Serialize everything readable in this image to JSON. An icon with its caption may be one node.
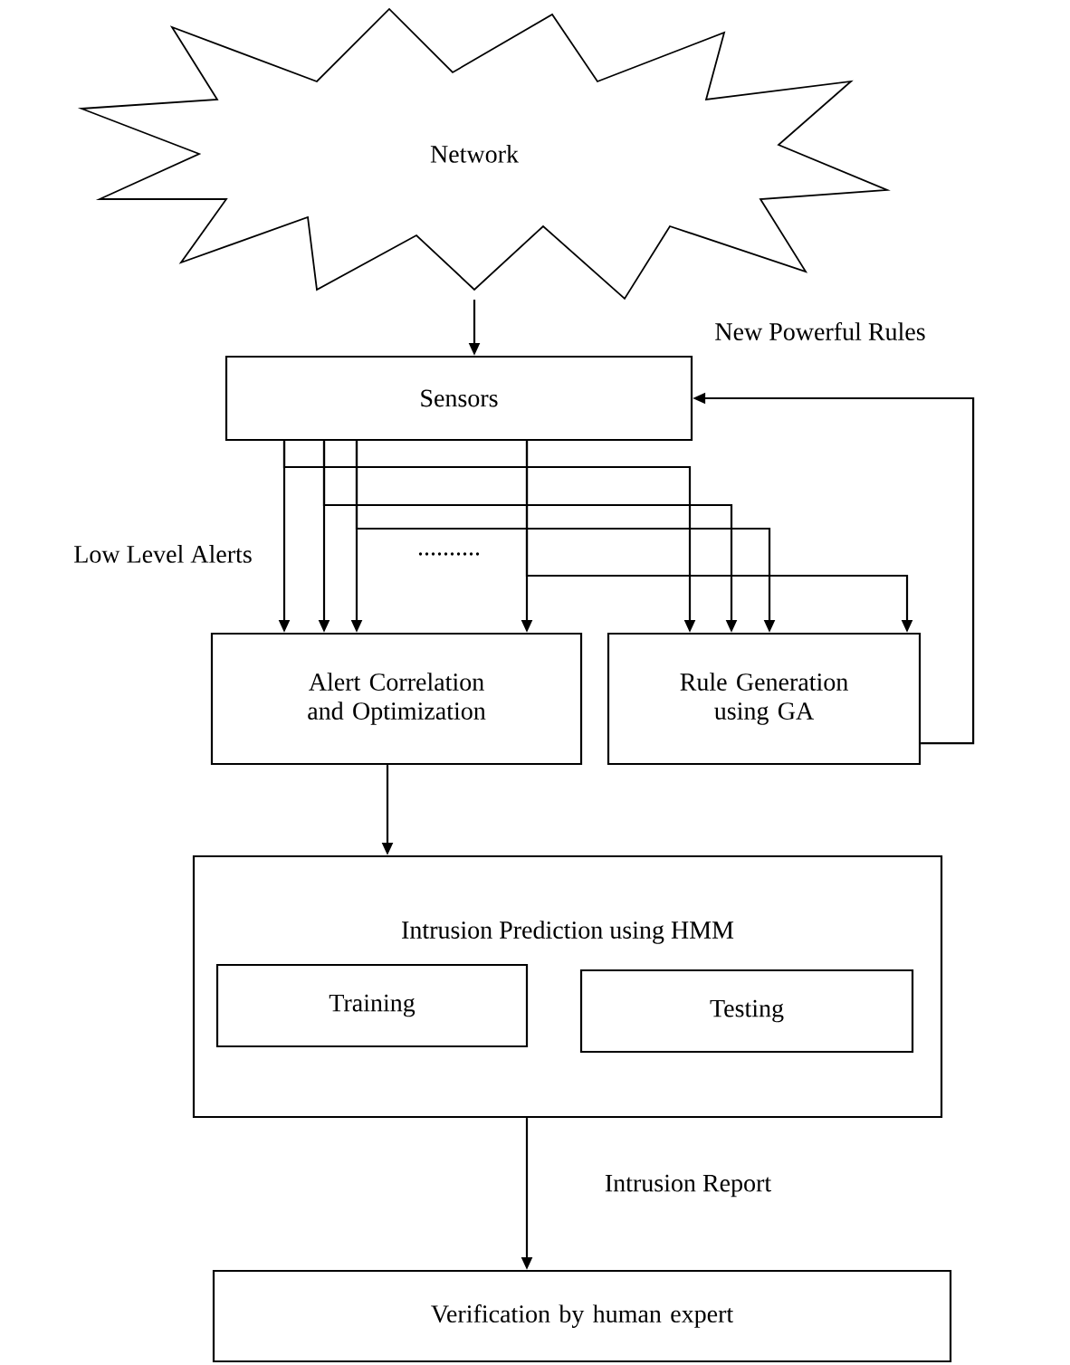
{
  "diagram": {
    "nodes": [
      {
        "text": [
          "Network"
        ]
      },
      {
        "text": [
          "Sensors"
        ]
      },
      {
        "text": [
          "Alert Correlation and Optimization"
        ]
      },
      {
        "text": [
          "Rule Generation using GA"
        ]
      },
      {
        "text": [
          "Intrusion Prediction using HMM"
        ]
      },
      {
        "text": [
          "Training"
        ],
        "in": 4
      },
      {
        "text": [
          "Testing"
        ],
        "in": 4
      },
      {
        "text": [
          "Verification by human expert"
        ]
      }
    ],
    "edges": [
      {
        "from": 0,
        "to": 1,
        "arrow": "to"
      },
      {
        "from": 1,
        "to": 2,
        "arrow": "to"
      },
      {
        "from": 1,
        "to": 2,
        "arrow": "to"
      },
      {
        "from": 1,
        "to": 2,
        "arrow": "to"
      },
      {
        "from": 1,
        "to": 2,
        "arrow": "to"
      },
      {
        "from": 1,
        "to": 3,
        "arrow": "to"
      },
      {
        "from": 1,
        "to": 3,
        "arrow": "to"
      },
      {
        "from": 1,
        "to": 3,
        "arrow": "to"
      },
      {
        "from": 1,
        "to": 3,
        "arrow": "to"
      },
      {
        "from": 3,
        "to": 1,
        "arrow": "to",
        "label": "New Powerful Rules"
      },
      {
        "from": 2,
        "to": 4,
        "arrow": "to"
      },
      {
        "from": 4,
        "to": 7,
        "arrow": "to",
        "label": "Intrusion Report"
      }
    ],
    "labels": [
      "Low Level Alerts",
      ".........."
    ]
  }
}
